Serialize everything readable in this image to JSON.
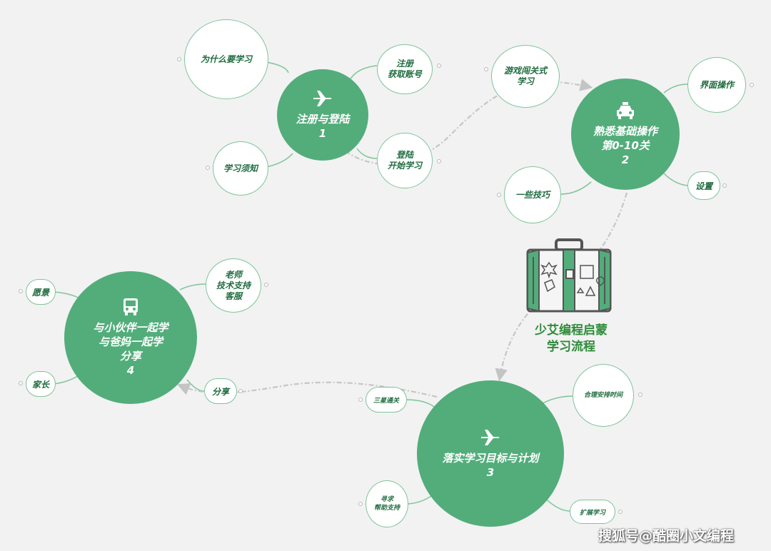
{
  "center": {
    "title": "少艾编程启蒙\n学习流程"
  },
  "nodes": {
    "n1": {
      "title": "注册与登陆",
      "num": "1",
      "icon": "airplane-icon"
    },
    "n2": {
      "title": "熟悉基础操作\n第0-10关",
      "num": "2",
      "icon": "taxi-icon"
    },
    "n3": {
      "title": "落实学习目标与计划",
      "num": "3",
      "icon": "airplane-icon"
    },
    "n4": {
      "title": "与小伙伴一起学\n与爸妈一起学\n分享",
      "num": "4",
      "icon": "bus-icon"
    }
  },
  "subs": {
    "why": "为什么要学习",
    "register": "注册\n获取账号",
    "login": "登陆\n开始学习",
    "notice": "学习须知",
    "game": "游戏闯关式\n学习",
    "ui": "界面操作",
    "tips": "一些技巧",
    "settings": "设置",
    "vision": "愿景",
    "teacher": "老师\n技术支持\n客服",
    "parent": "家长",
    "share": "分享",
    "three_star": "三星通关",
    "schedule": "合理安排时间",
    "help": "寻求\n帮助支持",
    "extend": "扩展学习"
  },
  "colors": {
    "main": "#52ad7a",
    "stroke": "#7fc49a",
    "text": "#1f6b3f",
    "title": "#2e8b3a"
  },
  "watermark": "搜狐号@酷圈小文编程"
}
